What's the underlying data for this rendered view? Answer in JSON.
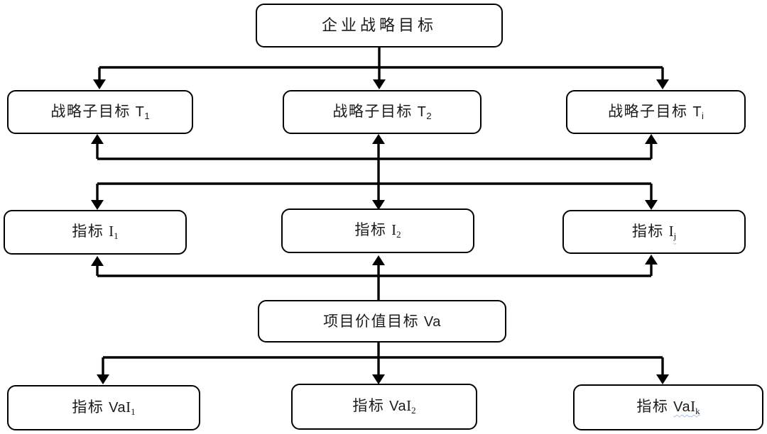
{
  "diagram": {
    "colors": {
      "background": "#ffffff",
      "line": "#000000",
      "box_fill": "#ffffff",
      "box_border": "#000000",
      "squiggle": "#9dc3e6"
    },
    "nodes": {
      "root": {
        "prefix": "企业战略目标",
        "sym_sans": "",
        "sym_serif": "",
        "sub": ""
      },
      "t1": {
        "prefix": "战略子目标 ",
        "sym_sans": "T",
        "sym_serif": "",
        "sub": "1"
      },
      "t2": {
        "prefix": "战略子目标 ",
        "sym_sans": "T",
        "sym_serif": "",
        "sub": "2"
      },
      "ti": {
        "prefix": "战略子目标 ",
        "sym_sans": "T",
        "sym_serif": "",
        "sub": "i"
      },
      "i1": {
        "prefix": "指标 ",
        "sym_sans": "",
        "sym_serif": "I",
        "sub": "1"
      },
      "i2": {
        "prefix": "指标 ",
        "sym_sans": "",
        "sym_serif": "I",
        "sub": "2"
      },
      "ij": {
        "prefix": "指标 ",
        "sym_sans": "",
        "sym_serif": "I",
        "sub": "j"
      },
      "va": {
        "prefix": "项目价值目标 ",
        "sym_sans": "Va",
        "sym_serif": "",
        "sub": ""
      },
      "vai1": {
        "prefix": "指标 ",
        "sym_sans": "Va",
        "sym_serif": "I",
        "sub": "1"
      },
      "vai2": {
        "prefix": "指标 ",
        "sym_sans": "Va",
        "sym_serif": "I",
        "sub": "2"
      },
      "vaik": {
        "prefix": "指标 ",
        "sym_sans": "Va",
        "sym_serif": "I",
        "sub": "k"
      }
    },
    "edges": [
      {
        "from": "root",
        "to": [
          "t1",
          "t2",
          "ti"
        ],
        "arrows": "down"
      },
      {
        "from": "t1,t2,ti",
        "to": "i1,i2,ij",
        "arrows": "bidirectional"
      },
      {
        "from": "va",
        "to": [
          "i1",
          "i2",
          "ij"
        ],
        "arrows": "up"
      },
      {
        "from": "va",
        "to": [
          "vai1",
          "vai2",
          "vaik"
        ],
        "arrows": "down"
      }
    ]
  }
}
